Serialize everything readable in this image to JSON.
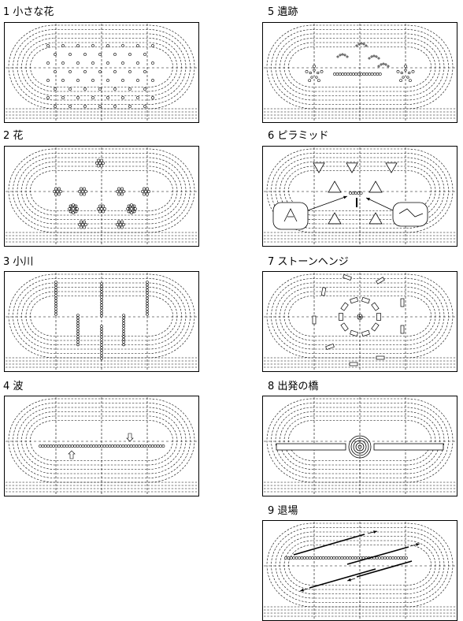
{
  "panels": [
    {
      "id": "1",
      "title": "1 小さな花",
      "kind": "small-flowers"
    },
    {
      "id": "2",
      "title": "2 花",
      "kind": "flowers"
    },
    {
      "id": "3",
      "title": "3 小川",
      "kind": "stream"
    },
    {
      "id": "4",
      "title": "4 波",
      "kind": "wave"
    },
    {
      "id": "5",
      "title": "5 遺跡",
      "kind": "ruins"
    },
    {
      "id": "6",
      "title": "6 ピラミッド",
      "kind": "pyramid"
    },
    {
      "id": "7",
      "title": "7 ストーンヘンジ",
      "kind": "stonehenge"
    },
    {
      "id": "8",
      "title": "8 出発の橋",
      "kind": "bridge"
    },
    {
      "id": "9",
      "title": "9 退場",
      "kind": "exit"
    }
  ],
  "colors": {
    "ink": "#000000",
    "paper": "#ffffff"
  }
}
